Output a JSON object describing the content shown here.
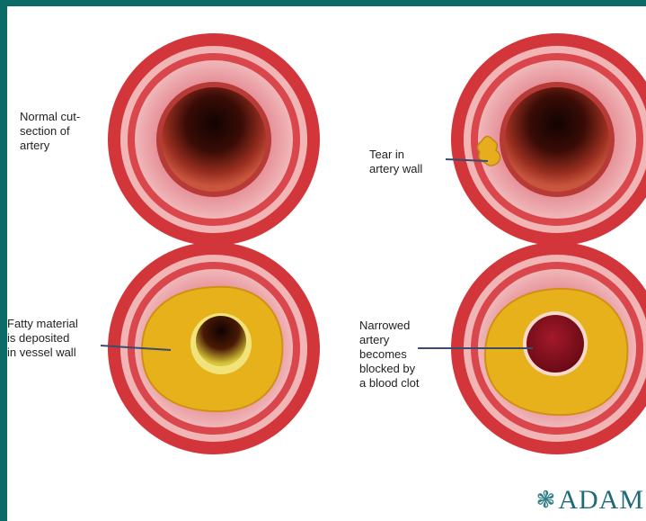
{
  "labels": {
    "normal": "Normal cut-\nsection of\nartery",
    "tear": "Tear in\nartery wall",
    "fatty": "Fatty material\nis deposited\nin vessel wall",
    "narrowed": "Narrowed\nartery\nbecomes\nblocked by\na blood clot"
  },
  "logo": {
    "text": "ADAM",
    "mark_icon": "flower-mark-icon"
  },
  "colors": {
    "background": "#0c6b66",
    "artery_outer": "#d53a3a",
    "artery_wall": "#e99aa0",
    "plaque": "#e7b11c",
    "clot": "#8b1020",
    "lumen": "#2a0b05"
  }
}
